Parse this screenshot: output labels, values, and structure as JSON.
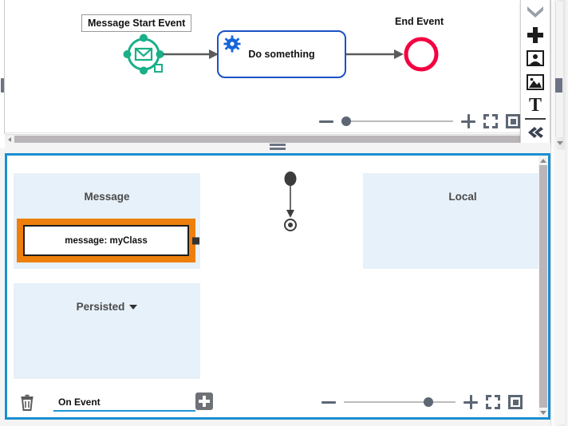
{
  "diagram": {
    "start_event": {
      "label": "Message Start Event",
      "type": "message-start-event",
      "selected": true
    },
    "task": {
      "label": "Do something",
      "type": "service-task"
    },
    "end_event": {
      "label": "End Event",
      "type": "end-event"
    }
  },
  "top_toolbar": {
    "items": [
      {
        "name": "collapse-up-icon",
        "label": ""
      },
      {
        "name": "plus-icon",
        "label": ""
      },
      {
        "name": "person-image-icon",
        "label": ""
      },
      {
        "name": "picture-icon",
        "label": ""
      },
      {
        "name": "text-icon",
        "label": "T"
      },
      {
        "name": "collapse-left-icon",
        "label": ""
      }
    ]
  },
  "top_zoom": {
    "minus_label": "−",
    "plus_label": "+",
    "fit_label": "fit-screen",
    "center_label": "center",
    "value": 5
  },
  "properties": {
    "panels": [
      {
        "title": "Message",
        "name": "message-panel"
      },
      {
        "title": "Local",
        "name": "local-panel"
      },
      {
        "title": "Persisted",
        "name": "persisted-panel",
        "has_dropdown": true
      }
    ],
    "selected_attribute": {
      "text": "message: myClass",
      "key": "message",
      "value": "myClass",
      "selected": true
    }
  },
  "bottom_toolbar": {
    "delete_label": "delete",
    "event_input_value": "On Event",
    "event_input_placeholder": "On Event",
    "add_label": "add"
  },
  "bottom_zoom": {
    "minus_label": "−",
    "plus_label": "+",
    "fit_label": "fit-screen",
    "center_label": "center",
    "value": 75
  },
  "colors": {
    "accent_blue": "#1a8fd0",
    "selection_orange": "#ef7f0c",
    "start_event_green": "#19b089",
    "end_event_red": "#f50040",
    "task_border_blue": "#1a52c4",
    "panel_bg": "#e7f1f9"
  }
}
